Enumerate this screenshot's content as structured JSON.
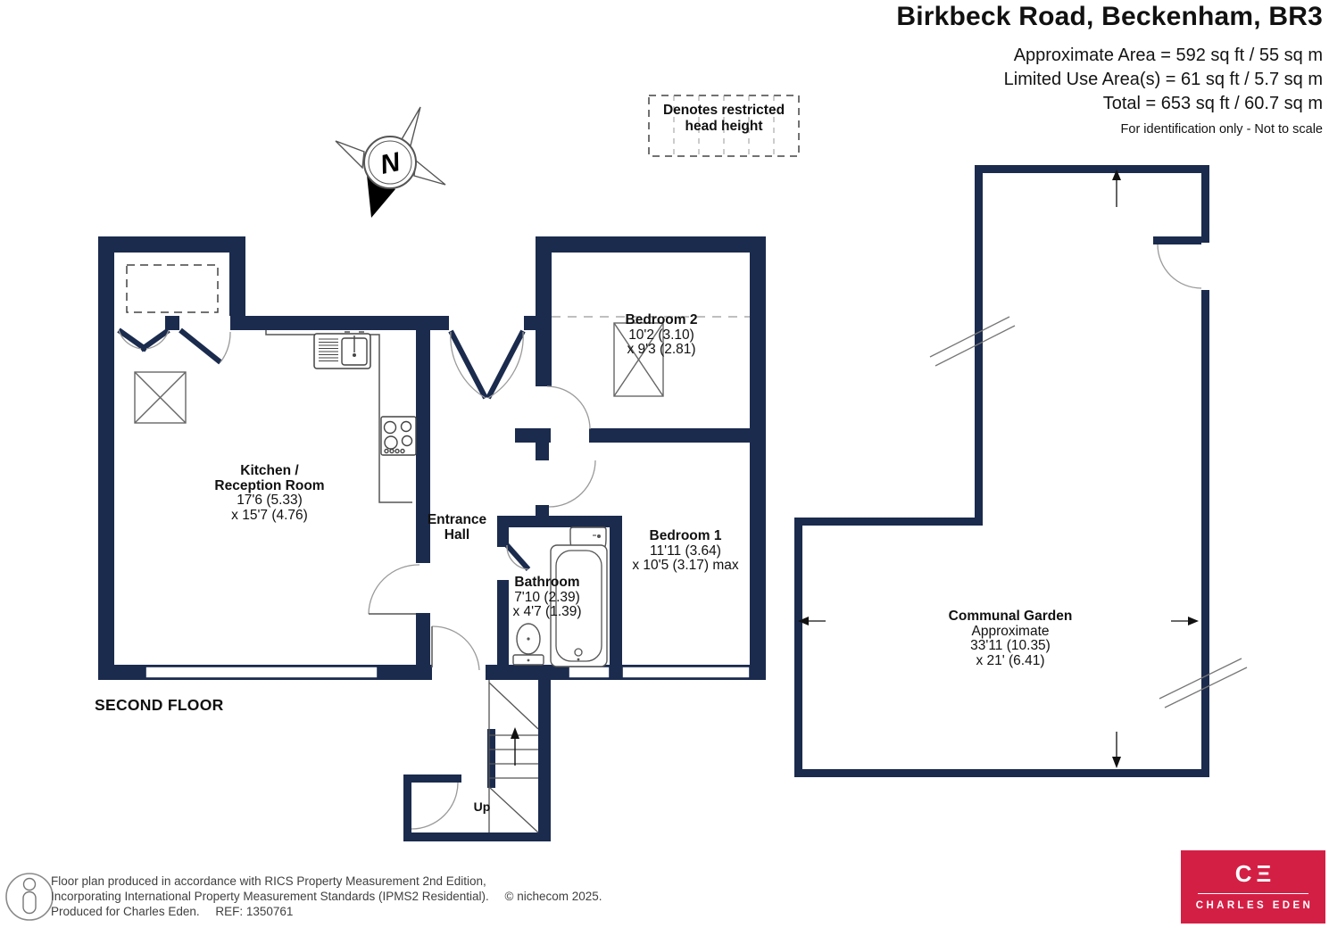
{
  "header": {
    "title": "Birkbeck Road, Beckenham, BR3",
    "approximate_area": "Approximate Area = 592 sq ft / 55 sq m",
    "limited_use_area": "Limited Use Area(s) = 61 sq ft / 5.7 sq m",
    "total_area": "Total = 653 sq ft / 60.7 sq m",
    "disclaimer": "For identification only - Not to scale"
  },
  "legend": {
    "restricted_head_height": "Denotes restricted\nhead height"
  },
  "compass": {
    "north": "N"
  },
  "plan": {
    "floor_label": "SECOND FLOOR",
    "rooms": {
      "kitchen": {
        "name": "Kitchen /\nReception Room",
        "dims": "17'6 (5.33)\nx 15'7 (4.76)"
      },
      "entrance_hall": {
        "name": "Entrance\nHall"
      },
      "bedroom2": {
        "name": "Bedroom 2",
        "dims": "10'2 (3.10)\nx 9'3 (2.81)"
      },
      "bedroom1": {
        "name": "Bedroom 1",
        "dims": "11'11 (3.64)\nx 10'5 (3.17) max"
      },
      "bathroom": {
        "name": "Bathroom",
        "dims": "7'10 (2.39)\nx 4'7 (1.39)"
      },
      "stairs_label": "Up"
    },
    "garden": {
      "name": "Communal Garden",
      "dims": "Approximate\n33'11 (10.35)\nx 21' (6.41)"
    }
  },
  "footer": {
    "line1": "Floor plan produced in accordance with RICS Property Measurement 2nd Edition,",
    "line2": "Incorporating International Property Measurement Standards (IPMS2 Residential).",
    "copyright": "© nichecom 2025.",
    "line3": "Produced for Charles Eden.",
    "ref": "REF: 1350761"
  },
  "logo": {
    "mark": "CΞ",
    "name": "CHARLES EDEN"
  },
  "colors": {
    "wall": "#1b2b4e",
    "logo_red": "#d41f45"
  }
}
